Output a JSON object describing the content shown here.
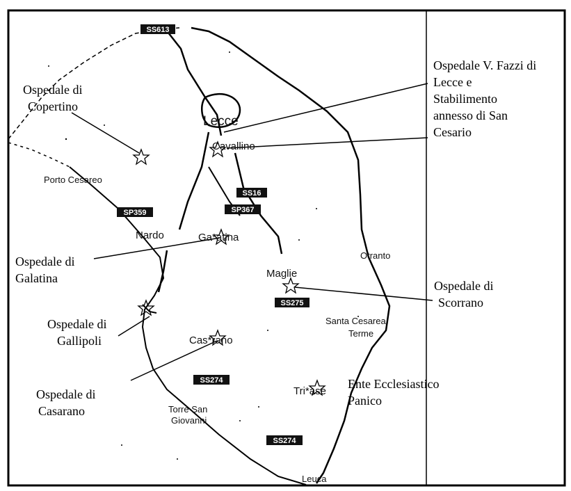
{
  "map": {
    "cities": {
      "lecce": "Lecce",
      "cavallino": "Cavallino",
      "porto_cesareo": "Porto Cesareo",
      "nardo": "Nardo",
      "galatina": "Ga*atina",
      "maglie": "Maglie",
      "otranto": "Otranto",
      "santa_cesarea_1": "Santa Cesarea",
      "santa_cesarea_2": "Terme",
      "casarano": "Cas*rano",
      "tricase": "Tri*ase",
      "torre_1": "Torre San",
      "torre_2": "Giovanni",
      "leuca": "Leuca"
    },
    "roads": {
      "ss613": "SS613",
      "ss16": "SS16",
      "sp359": "SP359",
      "sp367": "SP367",
      "ss275": "SS275",
      "ss274_a": "SS274",
      "ss274_b": "SS274"
    },
    "callouts": {
      "copertino": [
        "Ospedale di",
        "Copertino"
      ],
      "fazzi": [
        "Ospedale V. Fazzi di",
        "Lecce e",
        "Stabilimento",
        "annesso di San",
        "Cesario"
      ],
      "galatina": [
        "Ospedale di",
        "Galatina"
      ],
      "scorrano": [
        "Ospedale di",
        "Scorrano"
      ],
      "gallipoli": [
        "Ospedale di",
        "Gallipoli"
      ],
      "casarano": [
        "Ospedale di",
        "Casarano"
      ],
      "panico": [
        "Ente Ecclesiastico",
        "Panico"
      ]
    }
  }
}
